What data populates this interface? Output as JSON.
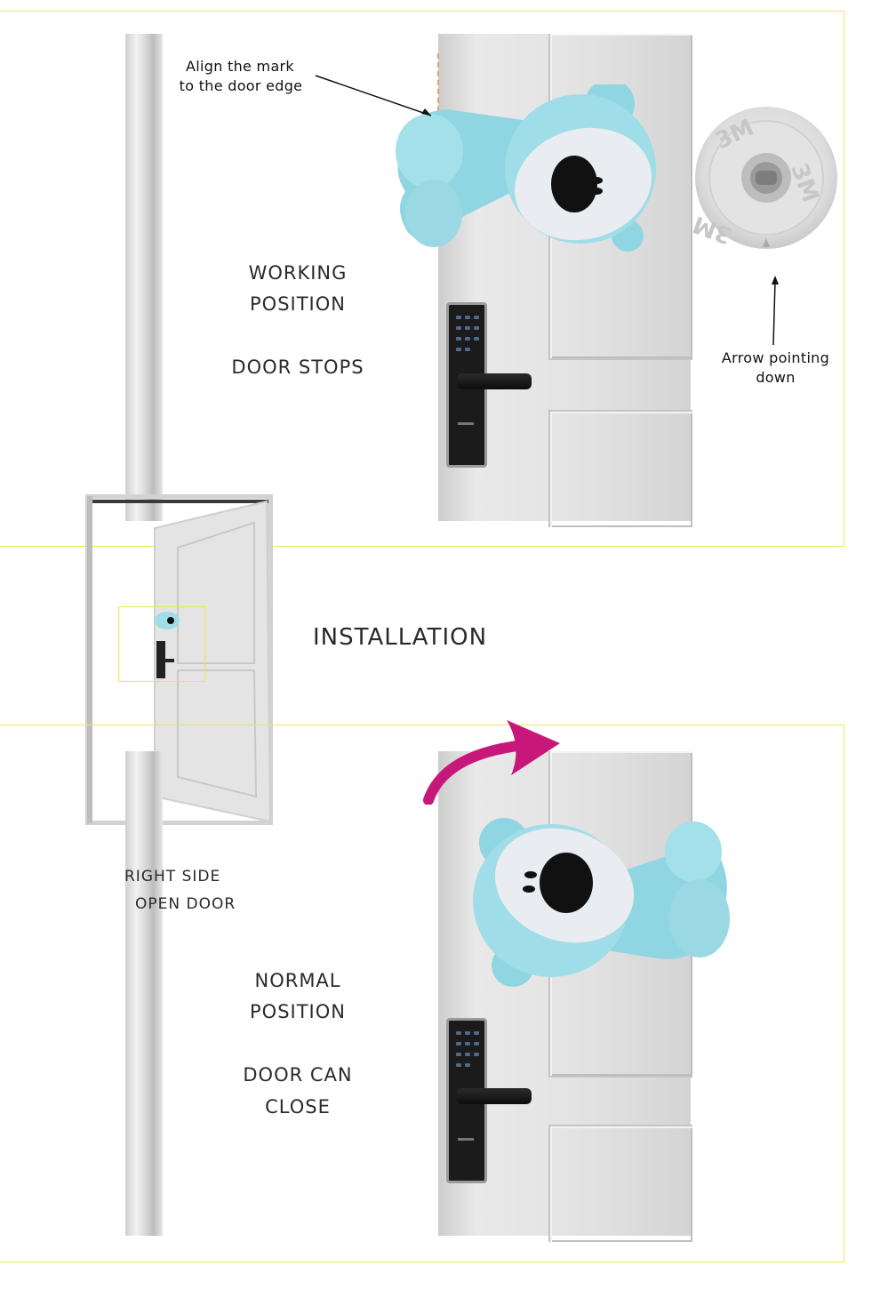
{
  "top": {
    "align_note_line1": "Align the mark",
    "align_note_line2": "to the door edge",
    "working_line1": "WORKING",
    "working_line2": "POSITION",
    "stops": "DOOR  STOPS",
    "arrow_note_line1": "Arrow pointing",
    "arrow_note_line2": "down",
    "adhesive_brand": "3M"
  },
  "middle": {
    "installation": "INSTALLATION"
  },
  "bottom": {
    "right_side_line1": "RIGHT  SIDE",
    "right_side_line2": "OPEN  DOOR",
    "normal_line1": "NORMAL",
    "normal_line2": "POSITION",
    "close_line1": "DOOR  CAN",
    "close_line2": "CLOSE"
  },
  "colors": {
    "outline": "#eaea4a",
    "bear": "#9fdde8",
    "bear_shade": "#7ec9d6",
    "bear_face": "#e9ecf0",
    "arrow_magenta": "#c8177a"
  }
}
